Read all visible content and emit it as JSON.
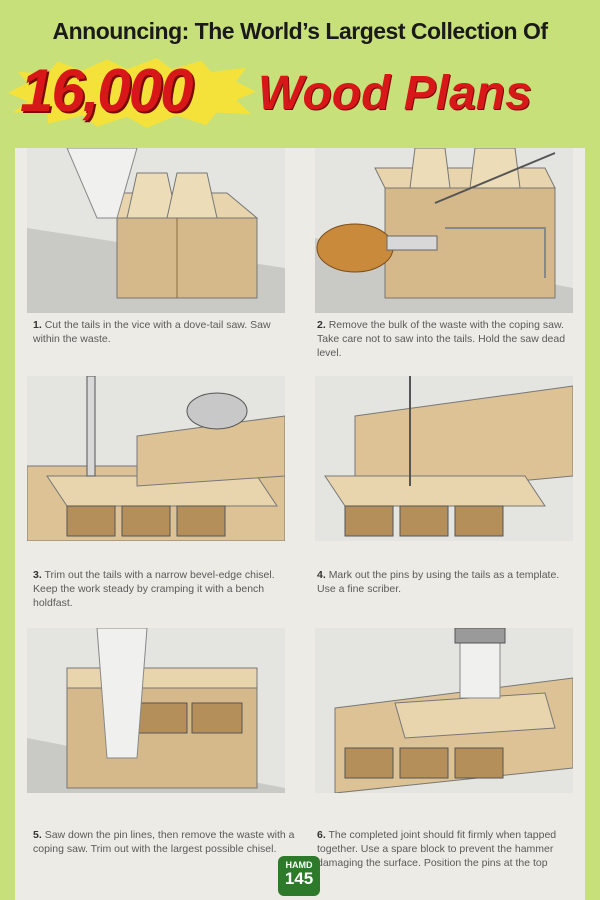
{
  "headline": "Announcing: The World’s Largest Collection Of",
  "big": {
    "number": "16,000",
    "text": "Wood Plans"
  },
  "steps": [
    {
      "num": "1.",
      "text": "Cut the tails in the vice with a dove-tail saw. Saw within the waste."
    },
    {
      "num": "2.",
      "text": "Remove the bulk of the waste with the coping saw. Take care not to saw into the tails. Hold the saw dead level."
    },
    {
      "num": "3.",
      "text": "Trim out the tails with a narrow bevel-edge chisel. Keep the work steady by cramping it with a bench holdfast."
    },
    {
      "num": "4.",
      "text": "Mark out the pins by using the tails as a template. Use a fine scriber."
    },
    {
      "num": "5.",
      "text": "Saw down the pin lines, then remove the waste with a coping saw. Trim out with the largest possible chisel."
    },
    {
      "num": "6.",
      "text": "The completed joint should fit firmly when tapped together. Use a spare block to prevent the hammer damaging the surface. Position the pins at the top"
    }
  ],
  "badge": {
    "line1": "HAMD",
    "line2": "145"
  },
  "colors": {
    "background": "#c8e07a",
    "accent_red": "#d81818",
    "burst_yellow": "#f4e23a",
    "wood": "#dcc294",
    "badge_green": "#2d7a2a"
  }
}
